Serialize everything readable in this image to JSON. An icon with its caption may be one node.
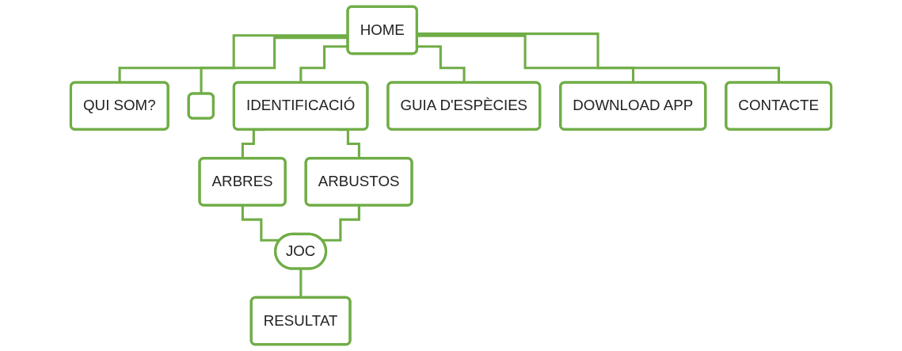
{
  "diagram": {
    "nodes": [
      {
        "text": [
          "HOME"
        ]
      },
      {
        "text": [
          "QUI SOM?"
        ]
      },
      {
        "text": [],
        "shape": "box"
      },
      {
        "text": [
          "IDENTIFICACIÓ"
        ]
      },
      {
        "text": [
          "GUIA D'ESPÈCIES"
        ]
      },
      {
        "text": [
          "DOWNLOAD APP"
        ]
      },
      {
        "text": [
          "CONTACTE"
        ]
      },
      {
        "text": [
          "ARBRES"
        ]
      },
      {
        "text": [
          "ARBUSTOS"
        ]
      },
      {
        "text": [
          "JOC"
        ]
      },
      {
        "text": [
          "RESULTAT"
        ]
      }
    ],
    "edges": [
      {
        "from": 0,
        "to": 1,
        "arrow": "none"
      },
      {
        "from": 0,
        "to": 2,
        "arrow": "none"
      },
      {
        "from": 0,
        "to": 3,
        "arrow": "none"
      },
      {
        "from": 0,
        "to": 4,
        "arrow": "none"
      },
      {
        "from": 0,
        "to": 5,
        "arrow": "none"
      },
      {
        "from": 0,
        "to": 6,
        "arrow": "none"
      },
      {
        "from": 3,
        "to": 7,
        "arrow": "none"
      },
      {
        "from": 3,
        "to": 8,
        "arrow": "none"
      },
      {
        "from": 7,
        "to": 9,
        "arrow": "none"
      },
      {
        "from": 8,
        "to": 9,
        "arrow": "none"
      },
      {
        "from": 9,
        "to": 10,
        "arrow": "none"
      }
    ]
  }
}
